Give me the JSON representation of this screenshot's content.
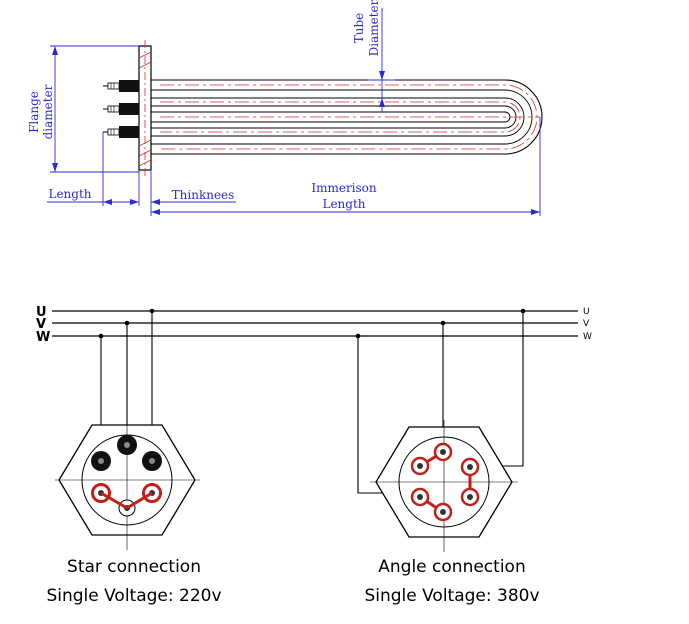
{
  "heater_drawing": {
    "labels": {
      "flange_diameter_l1": "Flange",
      "flange_diameter_l2": "diameter",
      "tube_diameter_l1": "Tube",
      "tube_diameter_l2": "Diameter",
      "length": "Length",
      "thickness": "Thinknees",
      "immersion_l1": "Immerison",
      "immersion_l2": "Length"
    },
    "colors": {
      "dimension": "#2b2bd4",
      "centerline": "#d0302a",
      "outline": "#000000"
    }
  },
  "wiring": {
    "bus_labels_left": [
      "U",
      "V",
      "W"
    ],
    "bus_labels_right": [
      "U",
      "V",
      "W"
    ],
    "star": {
      "title": "Star connection",
      "voltage": "Single Voltage: 220v"
    },
    "angle": {
      "title": "Angle connection",
      "voltage": "Single Voltage: 380v"
    },
    "colors": {
      "jumper": "#c0201a",
      "wire": "#000000"
    }
  }
}
